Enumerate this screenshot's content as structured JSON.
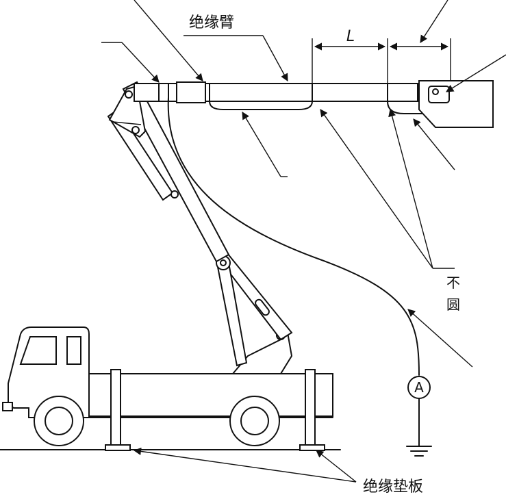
{
  "labels": {
    "insulated_arm": "绝缘臂",
    "length_symbol": "L",
    "meter": "A",
    "insulating_pad_partial": "绝缘垫板",
    "clipped_left": "",
    "clipped_right_1": "不",
    "clipped_right_2": "圆"
  }
}
